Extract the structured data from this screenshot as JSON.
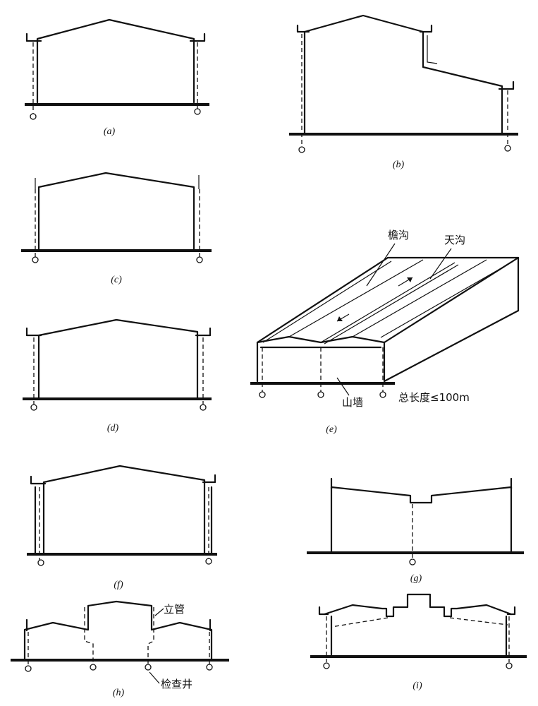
{
  "captions": {
    "a": "(a)",
    "b": "(b)",
    "c": "(c)",
    "d": "(d)",
    "e": "(e)",
    "f": "(f)",
    "g": "(g)",
    "h": "(h)",
    "i": "(i)"
  },
  "annotations": {
    "eaves_gutter": "檐沟",
    "valley_gutter": "天沟",
    "gable_wall": "山墙",
    "total_length": "总长度≤100m",
    "downpipe": "立管",
    "manhole": "检查井"
  }
}
